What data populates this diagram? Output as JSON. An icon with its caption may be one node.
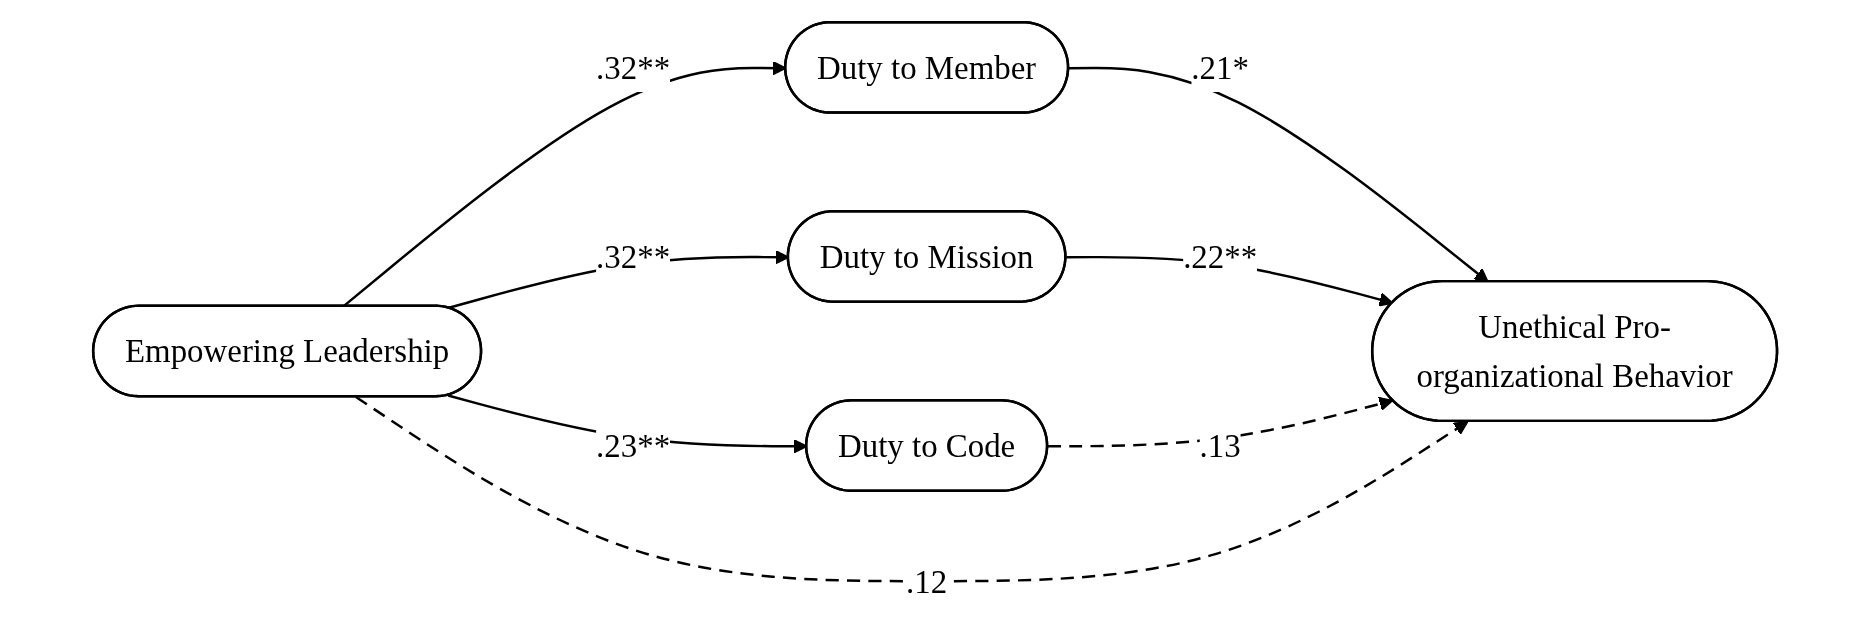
{
  "diagram": {
    "nodes": [
      {
        "text": [
          "Empowering Leadership"
        ]
      },
      {
        "text": [
          "Duty to Member"
        ]
      },
      {
        "text": [
          "Duty to Mission"
        ]
      },
      {
        "text": [
          "Duty to Code"
        ]
      },
      {
        "text": [
          "Unethical Pro-organizational Behavior"
        ]
      }
    ],
    "edges": [
      {
        "from": 0,
        "to": 1,
        "arrow": "to",
        "label": ".32**"
      },
      {
        "from": 0,
        "to": 2,
        "arrow": "to",
        "label": ".32**"
      },
      {
        "from": 0,
        "to": 3,
        "arrow": "to",
        "label": ".23**"
      },
      {
        "from": 1,
        "to": 4,
        "arrow": "to",
        "label": ".21*"
      },
      {
        "from": 2,
        "to": 4,
        "arrow": "to",
        "label": ".22**"
      },
      {
        "from": 3,
        "to": 4,
        "arrow": "to",
        "label": ".13",
        "style": "dashed"
      },
      {
        "from": 0,
        "to": 4,
        "arrow": "to",
        "label": ".12",
        "style": "dashed"
      }
    ]
  }
}
